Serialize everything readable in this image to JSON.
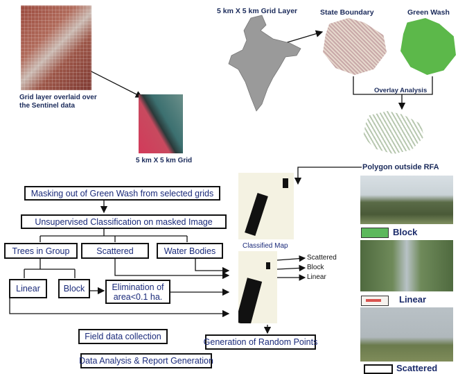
{
  "top": {
    "grid_overlay_caption": "Grid layer overlaid over the Sentinel data",
    "grid_caption": "5 km X 5 km Grid",
    "grid_layer_title": "5 km X 5 km Grid Layer",
    "state_boundary_title": "State Boundary",
    "green_wash_title": "Green Wash",
    "overlay_label": "Overlay Analysis",
    "polygon_label": "Polygon outside RFA"
  },
  "flow": {
    "masking": "Masking out of Green Wash from selected grids",
    "unsupervised": "Unsupervised Classification on masked Image",
    "trees_in_group": "Trees in Group",
    "scattered": "Scattered",
    "water_bodies": "Water Bodies",
    "linear": "Linear",
    "block": "Block",
    "elimination": "Elimination of area<0.1 ha.",
    "field_data": "Field data collection",
    "random_points": "Generation of Random Points",
    "report": "Data Analysis & Report Generation"
  },
  "map": {
    "classified_caption": "Classified Map",
    "legend": [
      "Scattered",
      "Block",
      "Linear"
    ]
  },
  "photos": {
    "block_label": "Block",
    "linear_label": "Linear",
    "scattered_label": "Scattered"
  },
  "colors": {
    "box_text": "#1a2a7a",
    "caption_text": "#1a2a5a",
    "block_swatch": "#5cb85c",
    "linear_swatch": "#d9534f"
  }
}
